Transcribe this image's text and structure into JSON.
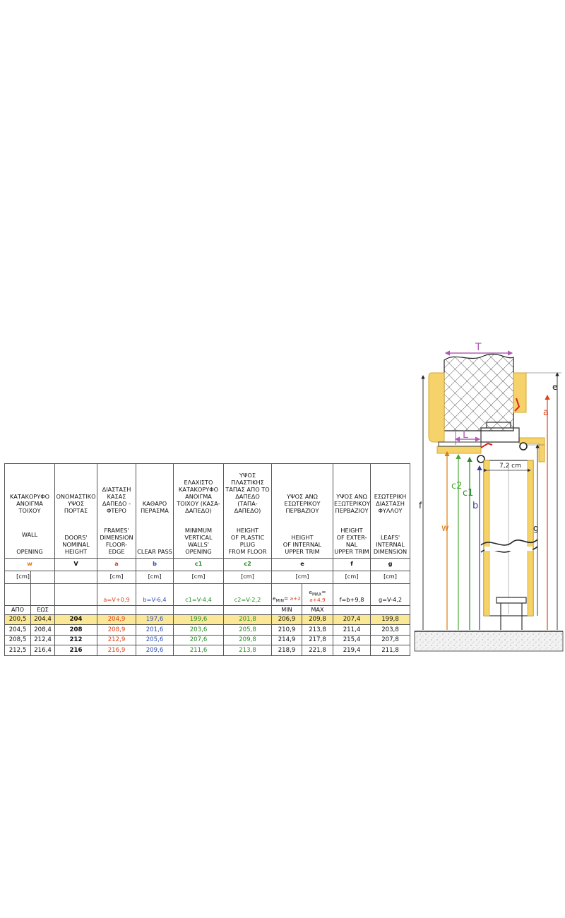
{
  "table": {
    "greek_headers": {
      "w": "ΚΑΤΑΚΟΡΥΦΟ ΑΝΟΙΓΜΑ ΤΟΙΧΟΥ",
      "v": "ΟΝΟΜΑΣΤΙΚΟ ΥΨΟΣ ΠΟΡΤΑΣ",
      "a": "ΔΙΑΣΤΑΣΗ ΚΑΣΑΣ ΔΑΠΕΔΟ - ΦΤΕΡΟ",
      "b": "ΚΑΘΑΡΟ ΠΕΡΑΣΜΑ",
      "c1": "ΕΛΑΧΙΣΤΟ ΚΑΤΑΚΟΡΥΦΟ ΑΝΟΙΓΜΑ ΤΟΙΧΟΥ (ΚΑΣΑ-ΔΑΠΕΔΟ)",
      "c2": "ΥΨΟΣ ΠΛΑΣΤΙΚΗΣ ΤΑΠΑΣ ΑΠΟ ΤΟ ΔΑΠΕΔΟ (ΤΑΠΑ-ΔΑΠΕΔΟ)",
      "e": "ΥΨΟΣ ΑΝΩ ΕΣΩΤΕΡΙΚΟΥ ΠΕΡΒΑΖΙΟΥ",
      "f": "ΥΨΟΣ ΑΝΩ ΕΞΩΤΕΡΙΚΟΥ ΠΕΡΒΑΖΙΟΥ",
      "g": "ΕΣΩΤΕΡΙΚΗ ΔΙΑΣΤΑΣΗ ΦΥΛΛΟΥ"
    },
    "english_headers": {
      "w1": "WALL",
      "w2": "OPENING",
      "v1": "DOORS'",
      "v2": "NOMINAL",
      "v3": "HEIGHT",
      "a1": "FRAMES'",
      "a2": "DIMENSION",
      "a3": "FLOOR-EDGE",
      "b1": "CLEAR PASS",
      "c1_1": "MINIMUM",
      "c1_2": "VERTICAL",
      "c1_3": "WALLS'",
      "c1_4": "OPENING",
      "c2_1": "HEIGHT",
      "c2_2": "OF PLASTIC",
      "c2_3": "PLUG",
      "c2_4": "FROM FLOOR",
      "e1": "HEIGHT",
      "e2": "OF INTERNAL",
      "e3": "UPPER TRIM",
      "f1": "HEIGHT",
      "f2": "OF EXTER-",
      "f3": "NAL",
      "f4": "UPPER TRIM",
      "g1": "LEAFS'",
      "g2": "INTERNAL",
      "g3": "DIMENSION"
    },
    "symbols": {
      "w": "w",
      "v": "V",
      "a": "a",
      "b": "b",
      "c1": "c1",
      "c2": "c2",
      "e": "e",
      "f": "f",
      "g": "g"
    },
    "unit": "[cm]",
    "formulas": {
      "a": "a=V+0,9",
      "b": "b=V-6,4",
      "c1": "c1=V-4,4",
      "c2": "c2=V-2,2",
      "emin_label": "e",
      "emin_sub": "MIN",
      "emin_eq": "=",
      "emin_val": "a+2",
      "emax_label": "e",
      "emax_sub": "MAX",
      "emax_eq": "=",
      "emax_val": "a+4,9",
      "f": "f=b+9,8",
      "g": "g=V-4,2"
    },
    "range_labels": {
      "from": "ΑΠΟ",
      "to": "ΕΩΣ",
      "min": "MIN",
      "max": "MAX"
    },
    "rows": [
      [
        "200,5",
        "204,4",
        "204",
        "204,9",
        "197,6",
        "199,6",
        "201,8",
        "206,9",
        "209,8",
        "207,4",
        "199,8"
      ],
      [
        "204,5",
        "208,4",
        "208",
        "208,9",
        "201,6",
        "203,6",
        "205,8",
        "210,9",
        "213,8",
        "211,4",
        "203,8"
      ],
      [
        "208,5",
        "212,4",
        "212",
        "212,9",
        "205,6",
        "207,6",
        "209,8",
        "214,9",
        "217,8",
        "215,4",
        "207,8"
      ],
      [
        "212,5",
        "216,4",
        "216",
        "216,9",
        "209,6",
        "211,6",
        "213,8",
        "218,9",
        "221,8",
        "219,4",
        "211,8"
      ]
    ]
  },
  "diagram": {
    "labels": {
      "T": "T",
      "L": "L",
      "width": "7,2 cm",
      "e": "e",
      "a": "a",
      "f": "f",
      "w": "w",
      "c2": "c2",
      "c1": "c1",
      "b": "b",
      "g": "g"
    },
    "colors": {
      "T": "#b05ab5",
      "L": "#b05ab5",
      "e": "#222222",
      "a": "#e0401a",
      "f": "#222222",
      "w": "#e07a12",
      "c2": "#4aa832",
      "c1": "#2a8a2a",
      "b": "#3b3b9e",
      "g": "#222222",
      "frame": "#f5d36a",
      "frame_edge": "#d7a92a"
    }
  }
}
